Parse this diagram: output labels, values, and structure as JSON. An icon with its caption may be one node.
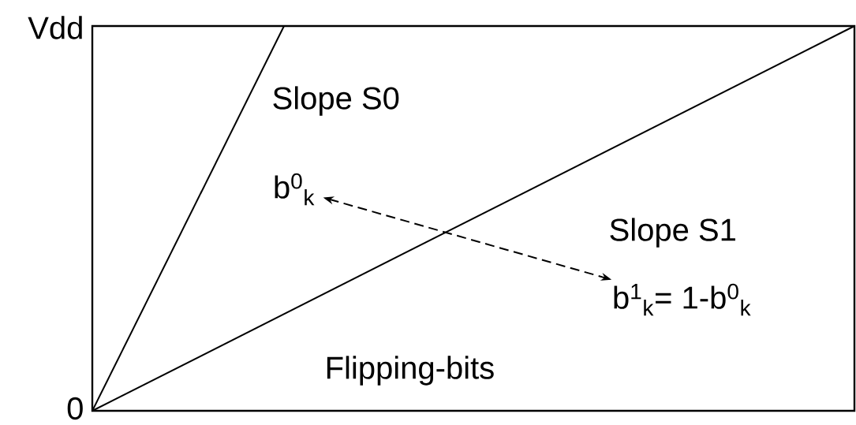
{
  "diagram": {
    "nodes": [
      {
        "text": [
          "b$^{0}$$_{k}$"
        ]
      },
      {
        "text": [
          "b$^{1}$$_{k}$= 1-b$^{0}$$_{k}$"
        ]
      }
    ],
    "edges": [
      {
        "from": 0,
        "to": 1,
        "arrow": "both",
        "style": "dashed"
      }
    ],
    "labels": [
      "Vdd",
      "0",
      "Slope S0",
      "Slope S1",
      "Flipping-bits"
    ]
  }
}
